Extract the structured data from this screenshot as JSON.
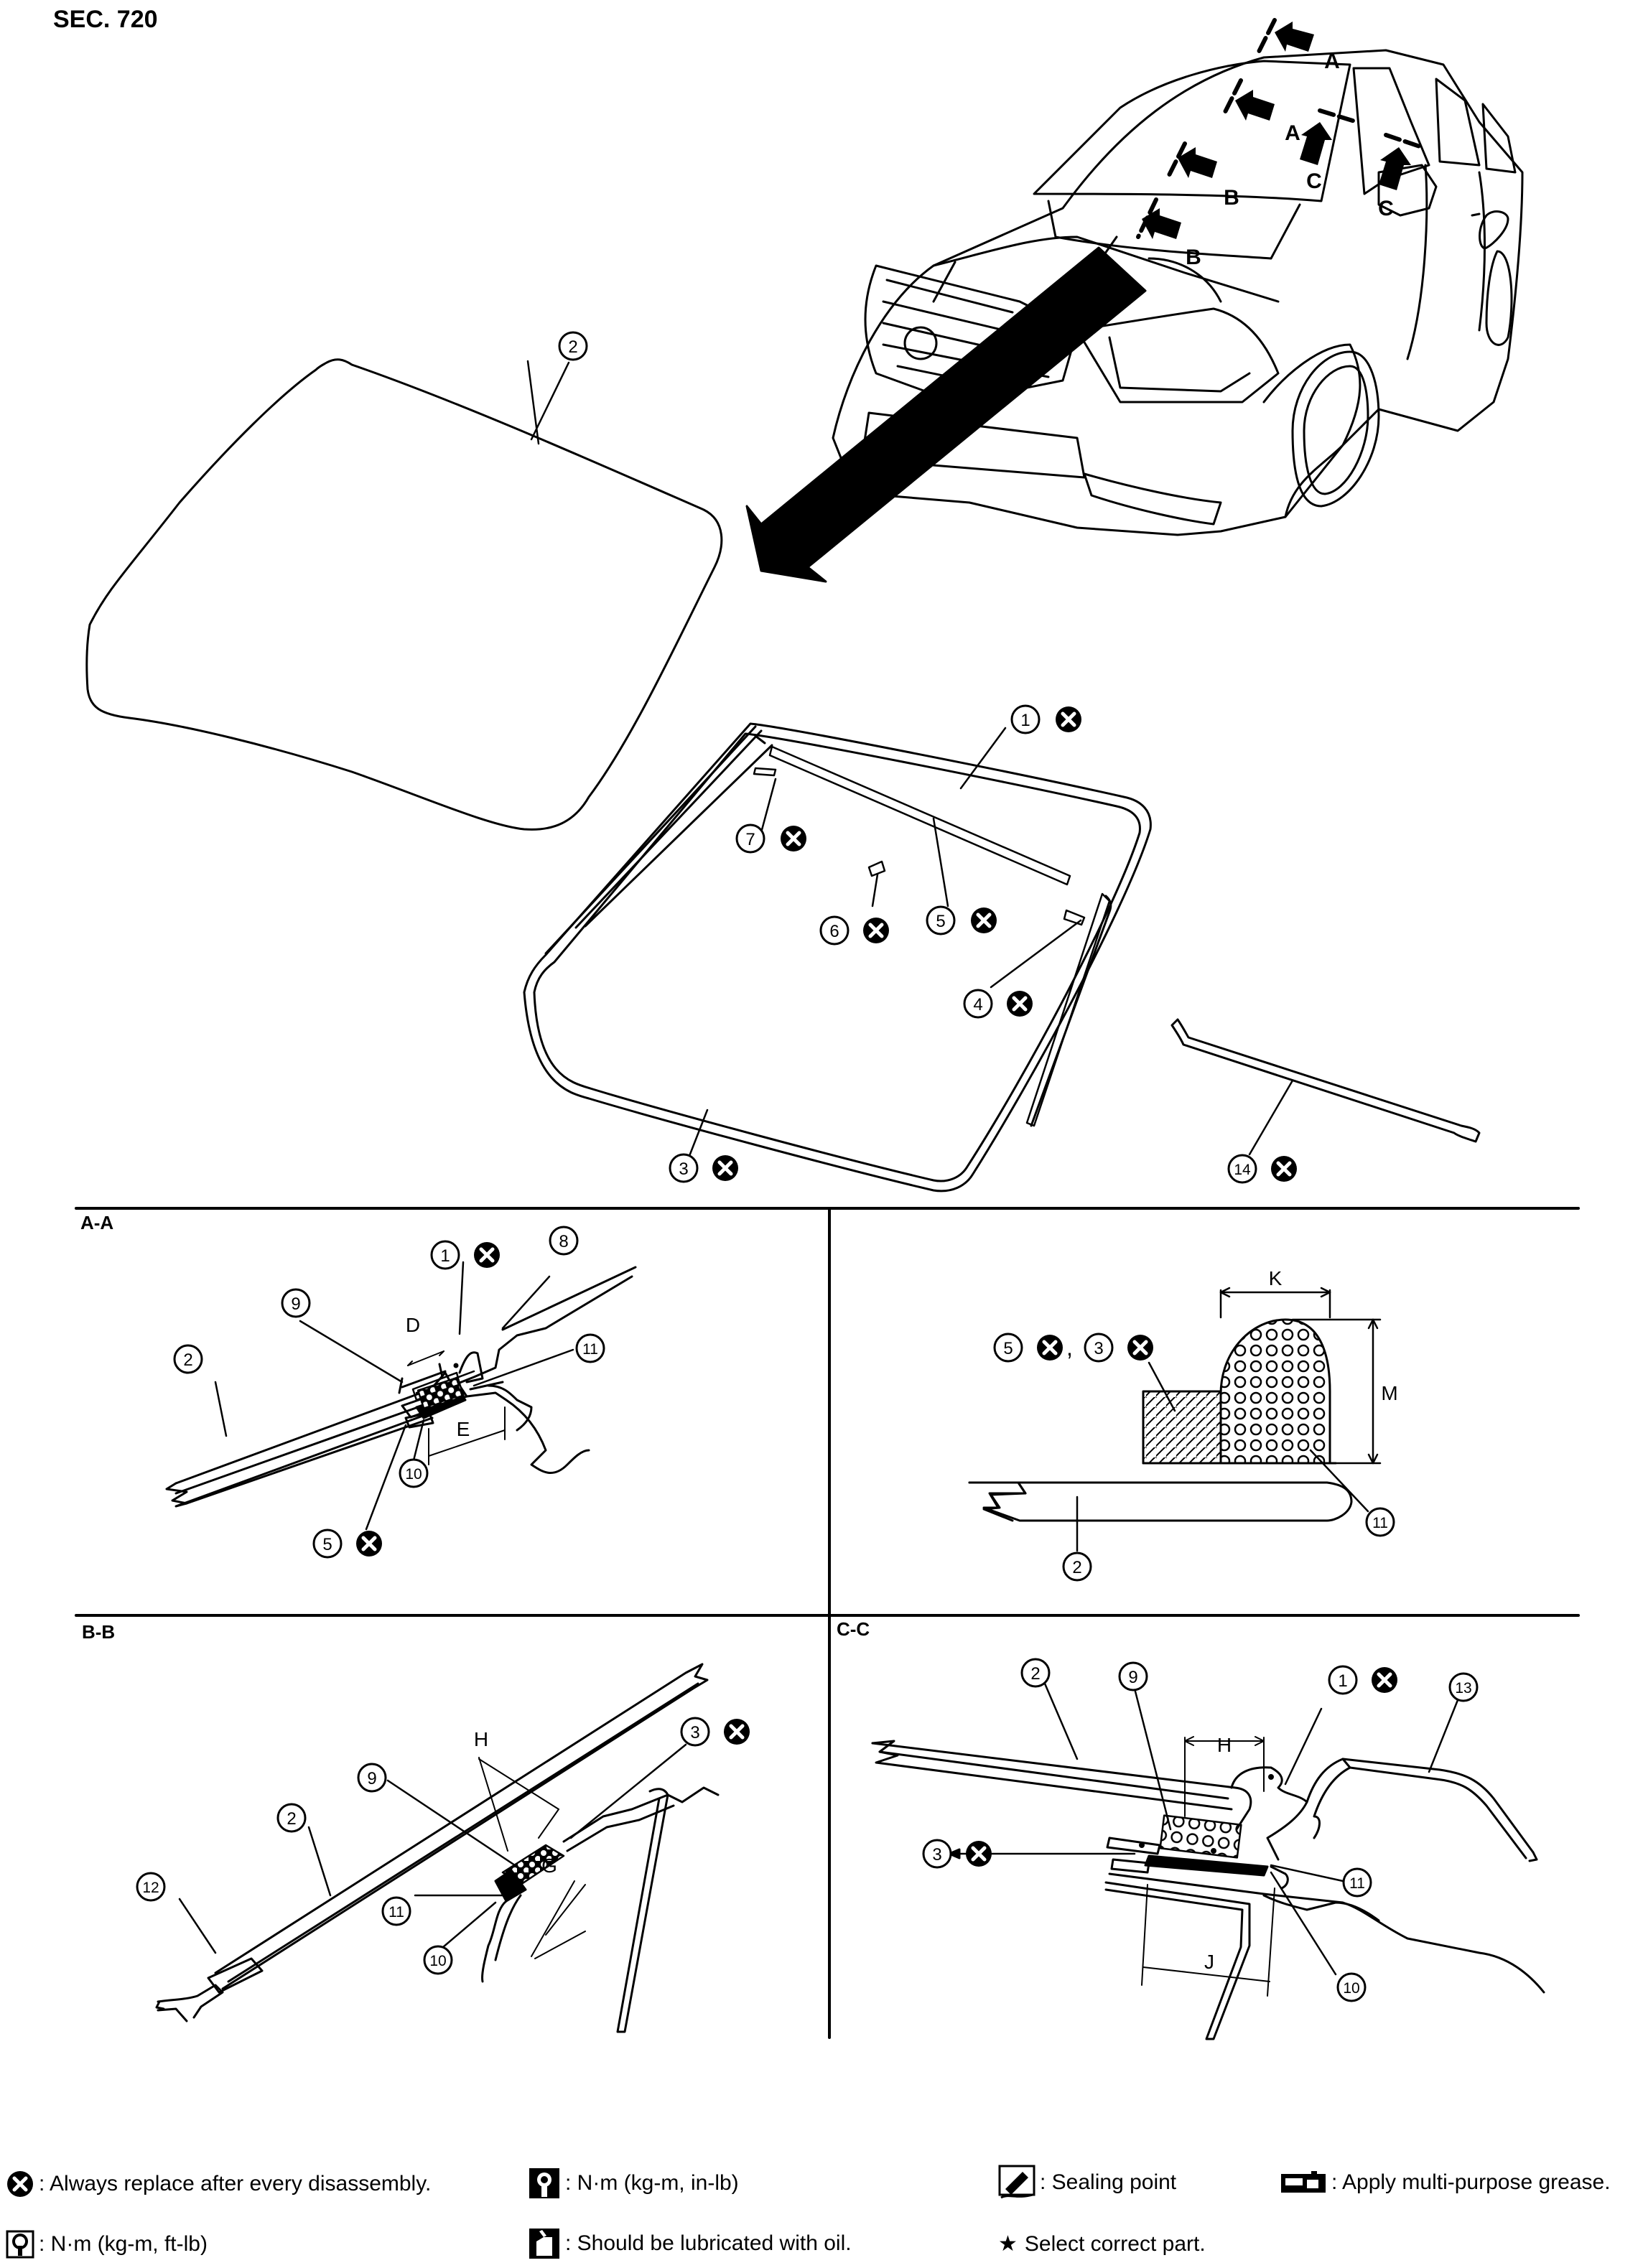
{
  "section_title": "SEC. 720",
  "view_arrows": {
    "a": "A",
    "b": "B",
    "c": "C"
  },
  "panels": {
    "aa": "A-A",
    "bb": "B-B",
    "cc": "C-C"
  },
  "dimensions": {
    "d": "D",
    "e": "E",
    "g": "G",
    "h": "H",
    "j": "J",
    "k": "K",
    "m": "M"
  },
  "callouts": {
    "n1": "1",
    "n2": "2",
    "n3": "3",
    "n4": "4",
    "n5": "5",
    "n6": "6",
    "n7": "7",
    "n8": "8",
    "n9": "9",
    "n10": "10",
    "n11": "11",
    "n12": "12",
    "n13": "13",
    "n14": "14"
  },
  "separator_comma": ",",
  "legend": {
    "replace": ": Always replace after every disassembly.",
    "torque_in": ": N·m (kg-m, in-lb)",
    "sealing": ": Sealing point",
    "grease": ": Apply multi-purpose grease.",
    "torque_ft": ": N·m (kg-m, ft-lb)",
    "oil": ": Should be lubricated with oil.",
    "select": "Select correct part.",
    "star_symbol": "★"
  },
  "icons": {
    "replace": "x-circle-icon",
    "torque_in": "torque-wrench-icon",
    "sealing": "sealant-icon",
    "grease": "grease-gun-icon",
    "torque_ft": "torque-wrench-icon",
    "oil": "oil-can-icon"
  },
  "colors": {
    "ink": "#000000",
    "paper": "#ffffff"
  }
}
